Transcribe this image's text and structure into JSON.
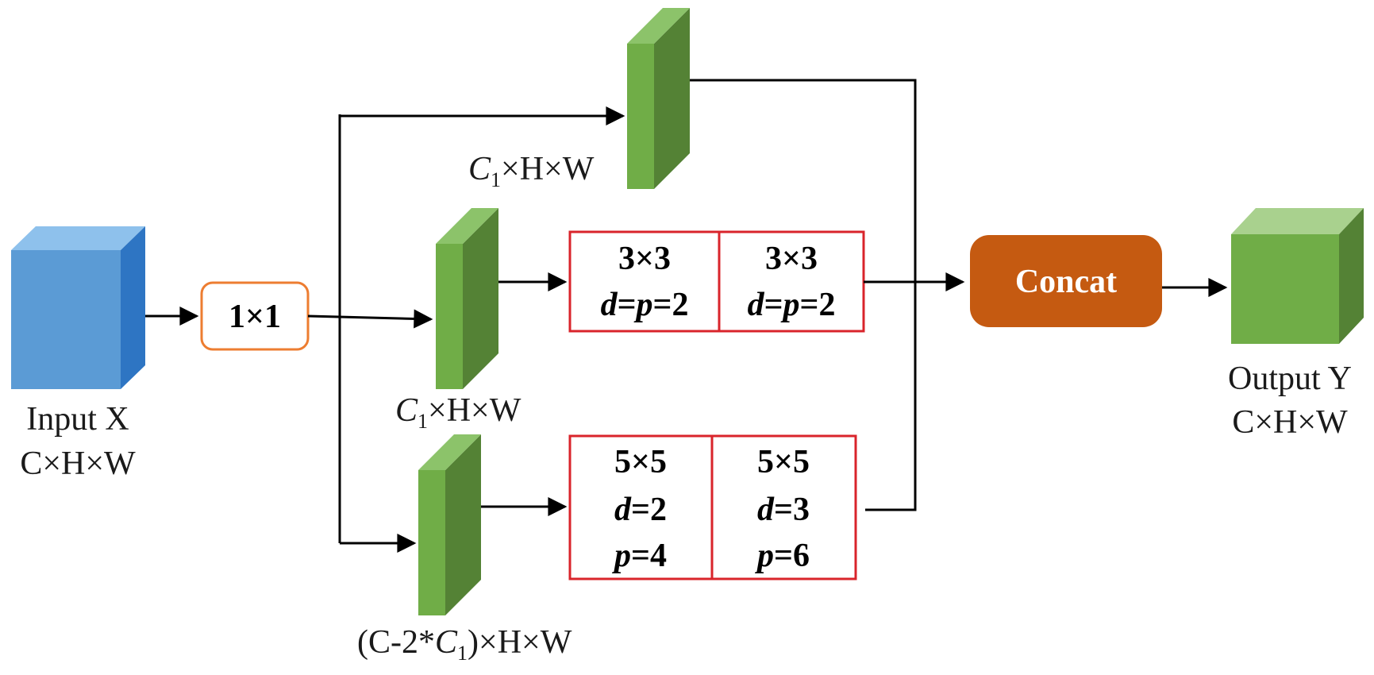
{
  "colors": {
    "input_cube_front": "#5b9bd5",
    "input_cube_top": "#8ec1ec",
    "input_cube_side": "#2e75c3",
    "feature_front": "#70ad47",
    "feature_side": "#548235",
    "conv1x1_border": "#ed7d31",
    "dilated_border": "#d9242b",
    "concat_fill": "#c55a11",
    "output_front": "#70ad47",
    "output_top": "#a9d18e",
    "output_side": "#548235"
  },
  "input": {
    "title": "Input X",
    "shape": "C×H×W"
  },
  "conv1x1": {
    "label": "1×1"
  },
  "branch_top": {
    "shape_sym": "C",
    "shape_sub": "1",
    "shape_rest": "×H×W"
  },
  "branch_mid": {
    "shape_sym": "C",
    "shape_sub": "1",
    "shape_rest": "×H×W",
    "conv_a": {
      "kernel": "3×3",
      "param_sym_d": "d",
      "param_sym_p": "p",
      "param_val": "2"
    },
    "conv_b": {
      "kernel": "3×3",
      "param_sym_d": "d",
      "param_sym_p": "p",
      "param_val": "2"
    }
  },
  "branch_bot": {
    "shape_prefix": "(C-2*",
    "shape_sym": "C",
    "shape_sub": "1",
    "shape_rest": ")×H×W",
    "conv_a": {
      "kernel": "5×5",
      "d_sym": "d",
      "d_val": "=2",
      "p_sym": "p",
      "p_val": "=4"
    },
    "conv_b": {
      "kernel": "5×5",
      "d_sym": "d",
      "d_val": "=3",
      "p_sym": "p",
      "p_val": "=6"
    }
  },
  "concat": {
    "label": "Concat"
  },
  "output": {
    "title": "Output Y",
    "shape": "C×H×W"
  }
}
